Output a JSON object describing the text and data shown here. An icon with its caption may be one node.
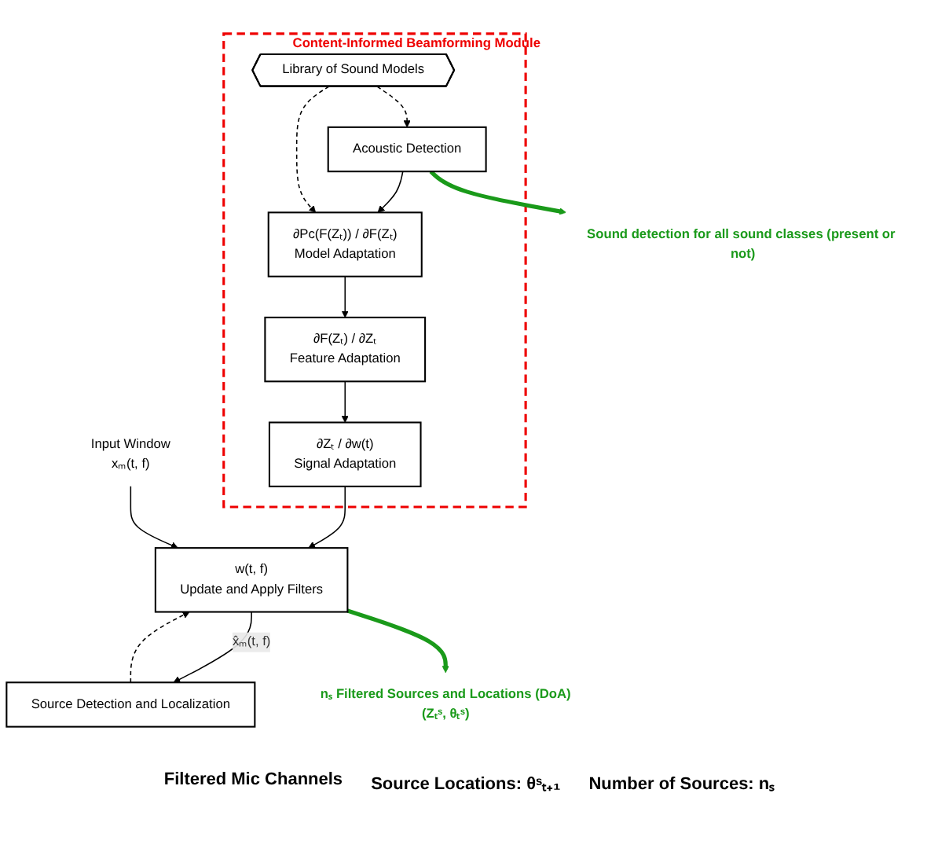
{
  "diagram": {
    "nodes": [
      {
        "text": [
          "Content-Informed Beamforming Module"
        ]
      },
      {
        "text": [
          "∂F(Zₜ) / ∂Zₜ",
          "Feature Adaptation"
        ],
        "in": 0
      },
      {
        "text": [
          "∂Pc(F(Zₜ)) / ∂F(Zₜ)",
          "Model Adaptation"
        ],
        "in": 0
      },
      {
        "text": [
          "Library of Sound Models"
        ],
        "in": 0
      },
      {
        "text": [
          "∂Zₜ / ∂w(t)",
          "Signal Adaptation"
        ],
        "in": 0
      },
      {
        "text": [
          "Acoustic Detection"
        ],
        "in": 0
      },
      {
        "text": [
          "w(t, f)",
          "Update and Apply Filters"
        ]
      },
      {
        "text": [
          "Source Detection and Localization"
        ]
      },
      {
        "text": [
          "Input Window",
          "xₘ(t, f)"
        ]
      },
      {
        "text": [
          "Sound detection for all sound classes (present or not)"
        ]
      },
      {
        "text": [
          "nₛ Filtered Sources and Locations (DoA)",
          "(Zₜˢ, θₜˢ)"
        ]
      }
    ],
    "edges": [
      {
        "from": 2,
        "to": 1,
        "arrow": "to"
      },
      {
        "from": 1,
        "to": 4,
        "arrow": "to"
      },
      {
        "from": 5,
        "to": 2,
        "arrow": "to"
      },
      {
        "from": 3,
        "to": 2,
        "arrow": "to",
        "style": "dashed"
      },
      {
        "from": 3,
        "to": 5,
        "arrow": "to",
        "style": "dashed"
      },
      {
        "from": 4,
        "to": 6,
        "arrow": "to"
      },
      {
        "from": 8,
        "to": 6,
        "arrow": "to"
      },
      {
        "from": 6,
        "to": 7,
        "arrow": "to",
        "label": "x̂ₘ(t, f)"
      },
      {
        "from": 7,
        "to": 6,
        "arrow": "to",
        "style": "dashed"
      },
      {
        "from": 5,
        "to": 9,
        "arrow": "to",
        "style": "thick",
        "color": "#1a9a1a"
      },
      {
        "from": 6,
        "to": 10,
        "arrow": "to",
        "style": "thick",
        "color": "#1a9a1a"
      }
    ],
    "labels": [
      "Filtered Mic Channels",
      "Source Locations: θˢₜ₊₁",
      "Number of Sources: nₛ"
    ]
  }
}
